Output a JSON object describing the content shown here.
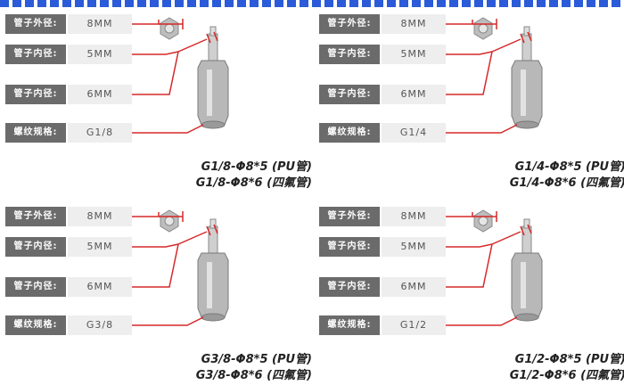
{
  "labels": {
    "outer_diameter": "管子外径:",
    "inner_diameter": "管子内径:",
    "thread_spec": "螺纹规格:"
  },
  "panels": [
    {
      "outer": "8MM",
      "inner_pu": "5MM",
      "inner_ptfe": "6MM",
      "thread": "G1/8",
      "caption_pu": "G1/8-Φ8*5 (PU管)",
      "caption_ptfe": "G1/8-Φ8*6 (四氟管)"
    },
    {
      "outer": "8MM",
      "inner_pu": "5MM",
      "inner_ptfe": "6MM",
      "thread": "G1/4",
      "caption_pu": "G1/4-Φ8*5 (PU管)",
      "caption_ptfe": "G1/4-Φ8*6 (四氟管)"
    },
    {
      "outer": "8MM",
      "inner_pu": "5MM",
      "inner_ptfe": "6MM",
      "thread": "G3/8",
      "caption_pu": "G3/8-Φ8*5 (PU管)",
      "caption_ptfe": "G3/8-Φ8*6 (四氟管)"
    },
    {
      "outer": "8MM",
      "inner_pu": "5MM",
      "inner_ptfe": "6MM",
      "thread": "G1/2",
      "caption_pu": "G1/2-Φ8*5 (PU管)",
      "caption_ptfe": "G1/2-Φ8*6 (四氟管)"
    }
  ],
  "colors": {
    "accent_line": "#d62828",
    "label_bg": "#6b6b6b",
    "value_bg": "#eeeeee",
    "top_border": "#2b5bd9",
    "metal": "#b8b8b8"
  }
}
